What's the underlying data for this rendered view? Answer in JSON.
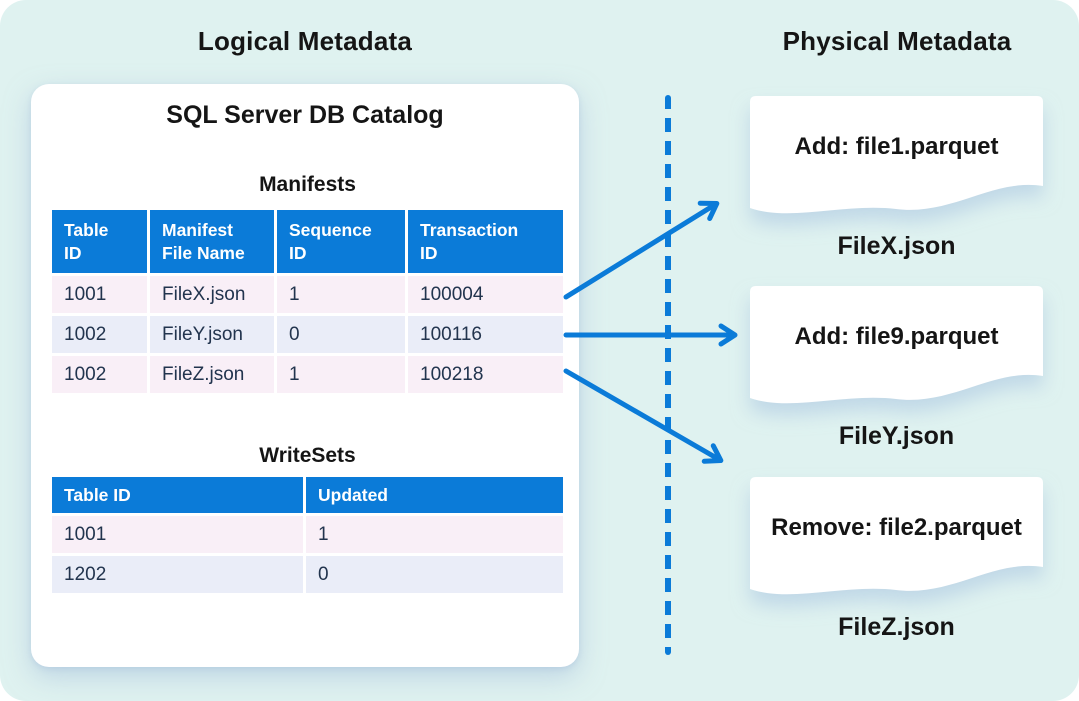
{
  "colors": {
    "panel-bg": "#dff2f0",
    "accent-blue": "#0b7bd8",
    "row-pink": "#f9eff7",
    "row-lavender": "#eaedf8",
    "row-text": "#22344e",
    "title-text": "#151515"
  },
  "headings": {
    "left": "Logical Metadata",
    "right": "Physical Metadata"
  },
  "catalog": {
    "title": "SQL Server DB Catalog",
    "manifests": {
      "title": "Manifests",
      "headers": [
        "Table\nID",
        "Manifest\nFile Name",
        "Sequence\nID",
        "Transaction\nID"
      ],
      "rows": [
        [
          "1001",
          "FileX.json",
          "1",
          "100004"
        ],
        [
          "1002",
          "FileY.json",
          "0",
          "100116"
        ],
        [
          "1002",
          "FileZ.json",
          "1",
          "100218"
        ]
      ]
    },
    "writesets": {
      "title": "WriteSets",
      "headers": [
        "Table ID",
        "Updated"
      ],
      "rows": [
        [
          "1001",
          "1"
        ],
        [
          "1202",
          "0"
        ]
      ]
    }
  },
  "documents": [
    {
      "label": "Add: file1.parquet",
      "caption": "FileX.json"
    },
    {
      "label": "Add: file9.parquet",
      "caption": "FileY.json"
    },
    {
      "label": "Remove: file2.parquet",
      "caption": "FileZ.json"
    }
  ]
}
